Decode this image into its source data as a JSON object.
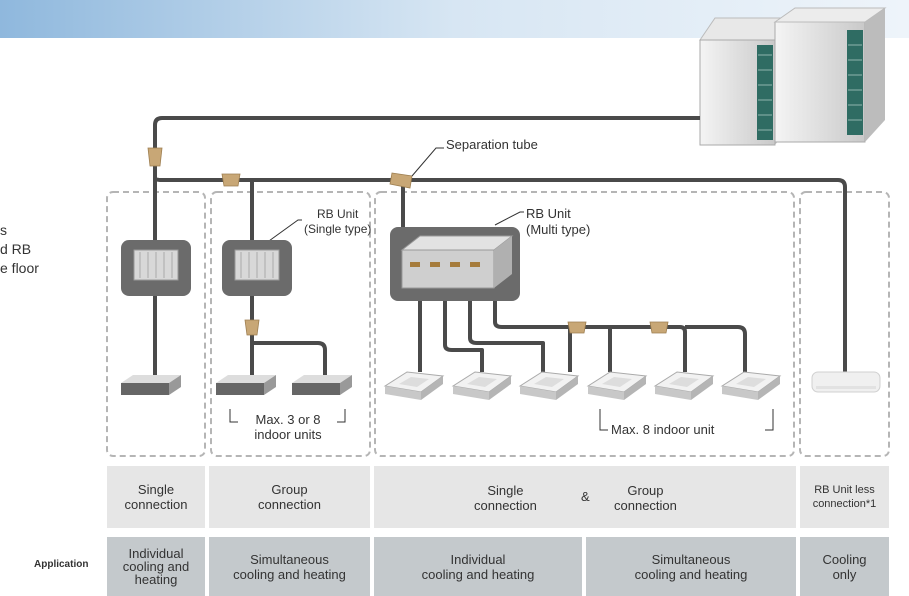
{
  "side_text": {
    "line1": "s",
    "line2": "d RB",
    "line3": "e floor"
  },
  "labels": {
    "separation_tube": "Separation tube",
    "rb_single": {
      "line1": "RB Unit",
      "line2": "(Single type)"
    },
    "rb_multi": {
      "line1": "RB Unit",
      "line2": "(Multi type)"
    },
    "max_group": {
      "line1": "Max. 3 or 8",
      "line2": "indoor units"
    },
    "max_multi": "Max. 8 indoor unit"
  },
  "connection_row": {
    "single": {
      "line1": "Single",
      "line2": "connection"
    },
    "group": {
      "line1": "Group",
      "line2": "connection"
    },
    "combined_single": {
      "line1": "Single",
      "line2": "connection"
    },
    "ampersand": "&",
    "combined_group": {
      "line1": "Group",
      "line2": "connection"
    },
    "rb_less": {
      "line1": "RB Unit less",
      "line2": "connection*1"
    }
  },
  "application_row": {
    "label": "Application",
    "col1": {
      "line1": "Individual",
      "line2": "cooling and",
      "line3": "heating"
    },
    "col2": {
      "line1": "Simultaneous",
      "line2": "cooling and heating"
    },
    "col3": {
      "line1": "Individual",
      "line2": "cooling and heating"
    },
    "col4": {
      "line1": "Simultaneous",
      "line2": "cooling and heating"
    },
    "col5": {
      "line1": "Cooling",
      "line2": "only"
    }
  },
  "colors": {
    "pipe": "#4a4a4a",
    "tube": "#c8a776",
    "rb_box": "#6b6b6b",
    "row1": "#e6e6e6",
    "row2": "#c4c9cc"
  }
}
